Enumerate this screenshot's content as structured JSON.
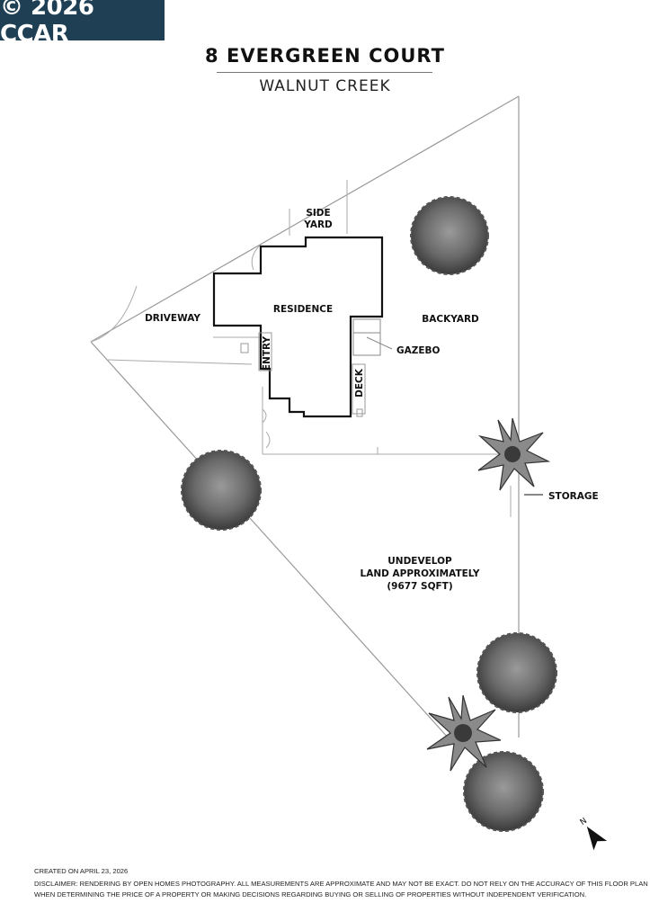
{
  "badge": {
    "text": "© 2026 CCAR",
    "color": "#1f3f54"
  },
  "header": {
    "title": "8 EVERGREEN COURT",
    "subtitle": "WALNUT CREEK"
  },
  "labels": {
    "side_yard_1": "SIDE",
    "side_yard_2": "YARD",
    "driveway": "DRIVEWAY",
    "residence": "RESIDENCE",
    "backyard": "BACKYARD",
    "gazebo": "GAZEBO",
    "entry": "ENTRY",
    "deck": "DECK",
    "storage": "STORAGE",
    "land_1": "UNDEVELOP",
    "land_2": "LAND APPROXIMATELY",
    "land_3": "(9677 SQFT)"
  },
  "footer": {
    "created": "CREATED ON APRIL 23, 2026",
    "disclaimer_1": "DISCLAIMER: RENDERING BY OPEN HOMES PHOTOGRAPHY. ALL MEASUREMENTS ARE APPROXIMATE AND MAY NOT BE EXACT. DO NOT RELY ON THE ACCURACY OF THIS FLOOR PLAN",
    "disclaimer_2": "WHEN DETERMINING THE PRICE OF A PROPERTY OR MAKING DECISIONS REGARDING BUYING OR SELLING OF PROPERTIES WITHOUT INDEPENDENT VERIFICATION."
  },
  "icons": {
    "compass": "north-arrow-icon",
    "tree_round": "round-tree-icon",
    "tree_palm": "palm-tree-icon"
  },
  "colors": {
    "wall": "#111111",
    "lot_line": "#9a9a9a",
    "tree_dark": "#3a3a3a",
    "tree_light": "#8a8a8a"
  }
}
